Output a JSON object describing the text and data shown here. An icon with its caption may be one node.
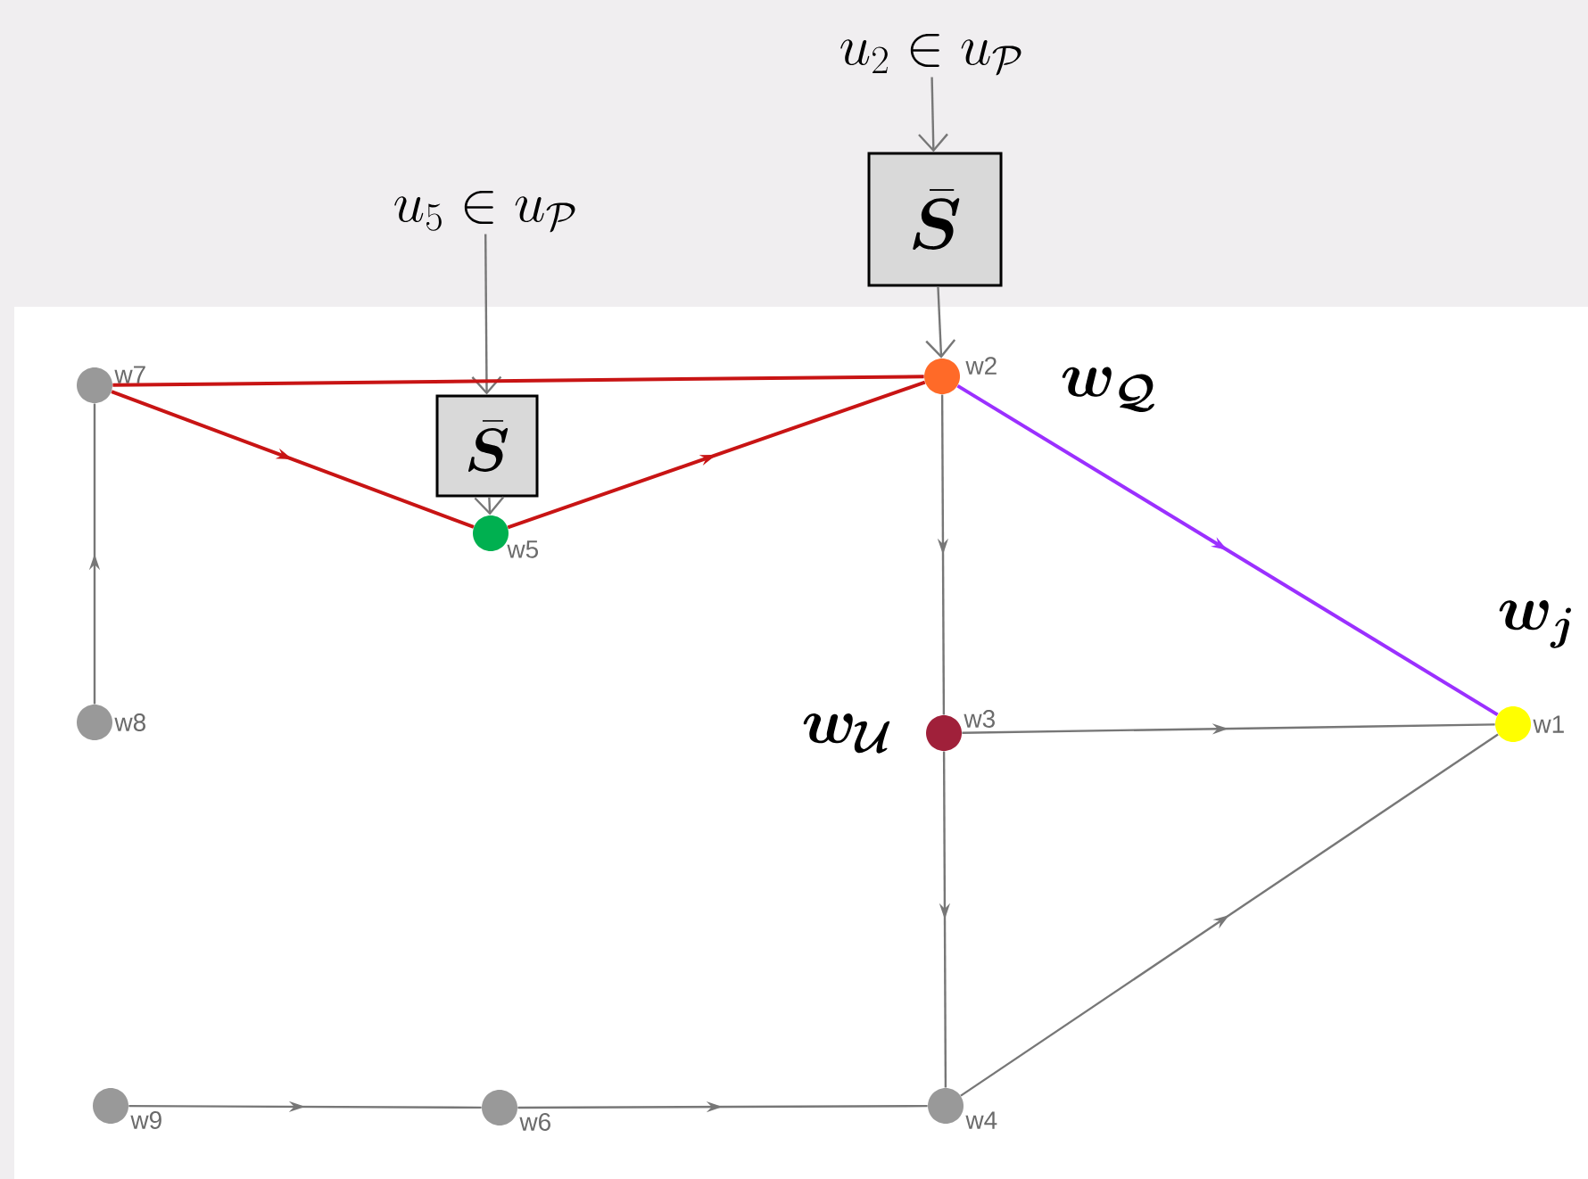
{
  "diagram": {
    "nodes": [
      {
        "text": [
          "u_5 \\in u_{\\mathcal{P}}"
        ]
      },
      {
        "text": [
          "\\bar{\\boldsymbol{S}}"
        ]
      },
      {
        "text": [
          "u_2 \\in u_{\\mathcal{P}}"
        ]
      },
      {
        "text": [
          "\\bar{\\boldsymbol{S}}"
        ]
      },
      {
        "text": [],
        "shape": "circle",
        "beside": [
          "w7"
        ]
      },
      {
        "text": [],
        "shape": "circle",
        "beside": [
          "w2",
          "\\boldsymbol{w}_{\\boldsymbol{\\mathcal{Q}}}"
        ]
      },
      {
        "text": [],
        "shape": "circle",
        "beside": [
          "w5"
        ]
      },
      {
        "text": [],
        "shape": "circle",
        "beside": [
          "w8"
        ]
      },
      {
        "text": [],
        "shape": "circle",
        "beside": [
          "w3",
          "\\boldsymbol{w}_{\\boldsymbol{\\mathcal{U}}}"
        ]
      },
      {
        "text": [],
        "shape": "circle",
        "beside": [
          "w1",
          "\\boldsymbol{w}_{\\boldsymbol{j}}"
        ]
      },
      {
        "text": [],
        "shape": "circle",
        "beside": [
          "w9"
        ]
      },
      {
        "text": [],
        "shape": "circle",
        "beside": [
          "w6"
        ]
      },
      {
        "text": [],
        "shape": "circle",
        "beside": [
          "w4"
        ]
      }
    ],
    "edges": [
      {
        "from": 0,
        "to": 1,
        "arrow": "to"
      },
      {
        "from": 1,
        "to": 6,
        "arrow": "to"
      },
      {
        "from": 2,
        "to": 3,
        "arrow": "to"
      },
      {
        "from": 3,
        "to": 5,
        "arrow": "to"
      },
      {
        "from": 4,
        "to": 5,
        "arrow": "none",
        "color": "#c81414"
      },
      {
        "from": 4,
        "to": 6,
        "arrow": "to",
        "color": "#c81414"
      },
      {
        "from": 6,
        "to": 5,
        "arrow": "to",
        "color": "#c81414"
      },
      {
        "from": 5,
        "to": 9,
        "arrow": "to",
        "color": "#9b30ff"
      },
      {
        "from": 5,
        "to": 8,
        "arrow": "to"
      },
      {
        "from": 8,
        "to": 9,
        "arrow": "to"
      },
      {
        "from": 8,
        "to": 12,
        "arrow": "to"
      },
      {
        "from": 12,
        "to": 9,
        "arrow": "to"
      },
      {
        "from": 10,
        "to": 11,
        "arrow": "to"
      },
      {
        "from": 11,
        "to": 12,
        "arrow": "to"
      },
      {
        "from": 7,
        "to": 4,
        "arrow": "to"
      }
    ]
  }
}
